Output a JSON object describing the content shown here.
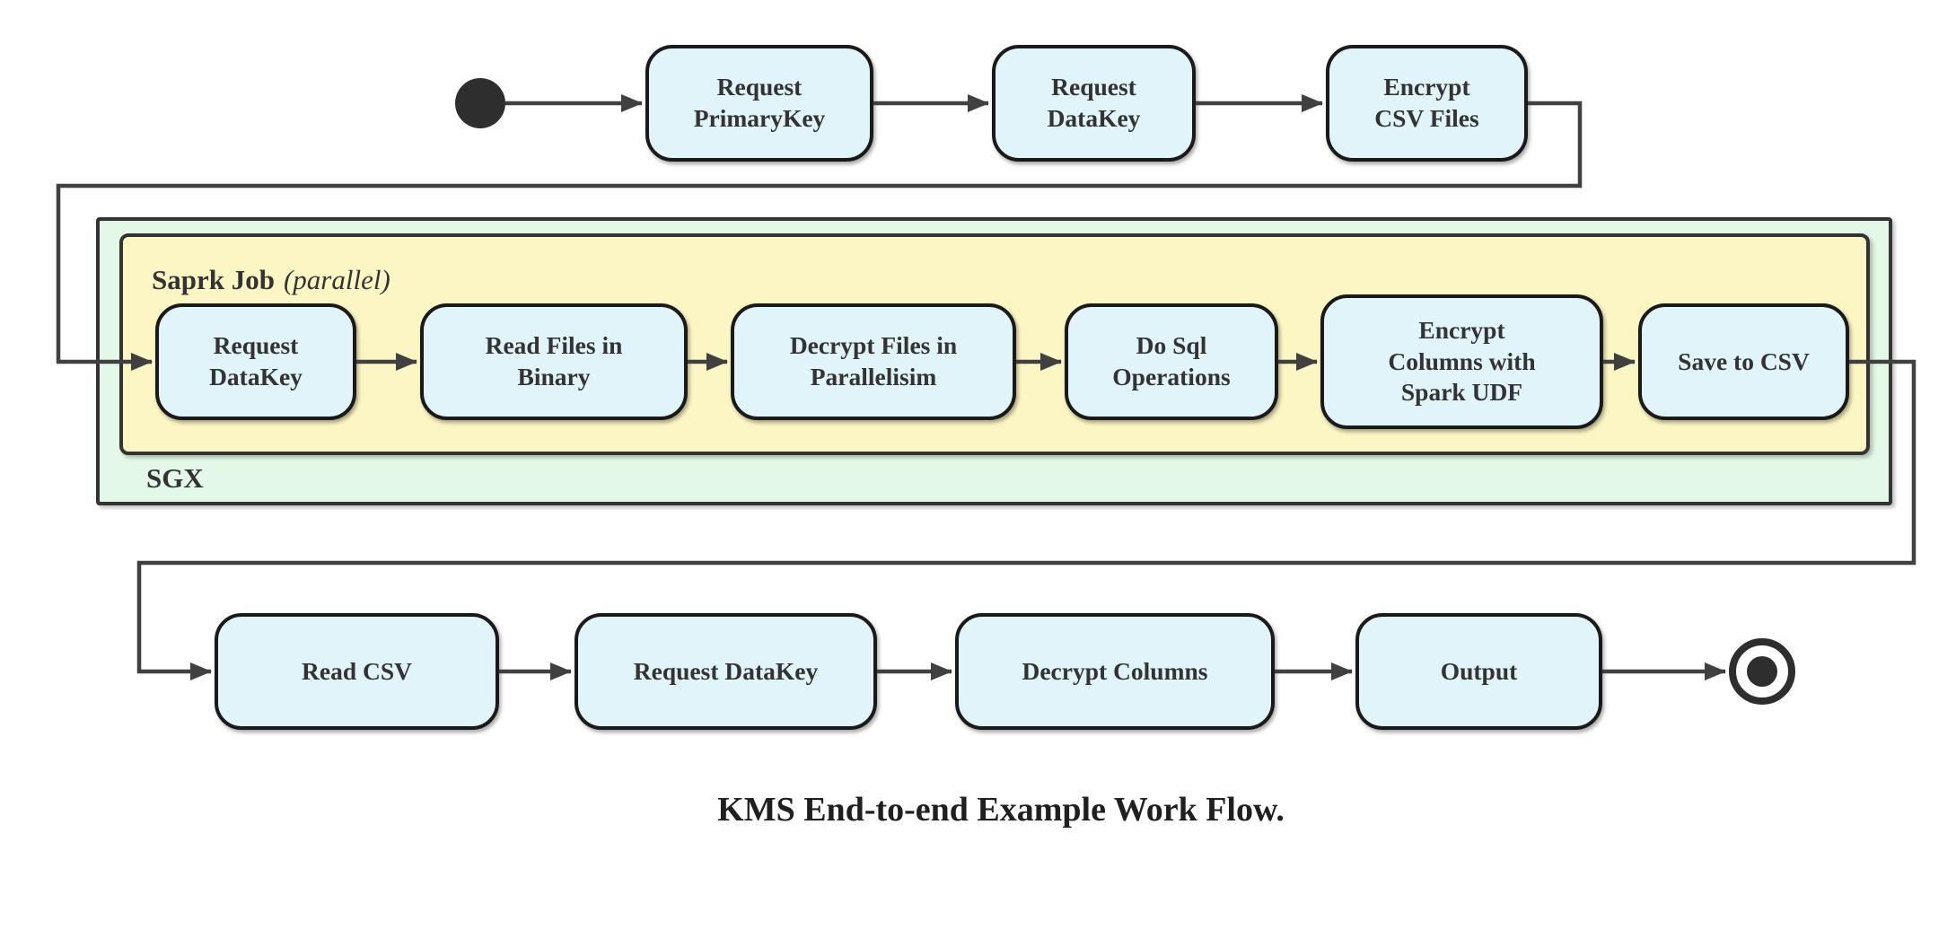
{
  "flow": {
    "caption": "KMS End-to-end Example Work Flow.",
    "colors": {
      "node_fill": "#e0f4f9",
      "node_border": "#1a1a1a",
      "sgx_fill": "#e3f8e6",
      "spark_fill": "#fcf6c5",
      "container_border": "#333333",
      "connector": "#404040",
      "text": "#333333",
      "start_end_marker": "#2e2e2e"
    },
    "top_row": {
      "nodes": [
        {
          "label": "Request\nPrimaryKey"
        },
        {
          "label": "Request\nDataKey"
        },
        {
          "label": "Encrypt\nCSV Files"
        }
      ]
    },
    "sgx": {
      "label": "SGX"
    },
    "spark_job": {
      "label": "Saprk Job",
      "annotation": "(parallel)",
      "nodes": [
        {
          "label": "Request\nDataKey"
        },
        {
          "label": "Read Files in\nBinary"
        },
        {
          "label": "Decrypt Files in\nParallelisim"
        },
        {
          "label": "Do Sql\nOperations"
        },
        {
          "label": "Encrypt\nColumns with\nSpark UDF"
        },
        {
          "label": "Save to CSV"
        }
      ]
    },
    "bottom_row": {
      "nodes": [
        {
          "label": "Read CSV"
        },
        {
          "label": "Request DataKey"
        },
        {
          "label": "Decrypt Columns"
        },
        {
          "label": "Output"
        }
      ]
    }
  }
}
